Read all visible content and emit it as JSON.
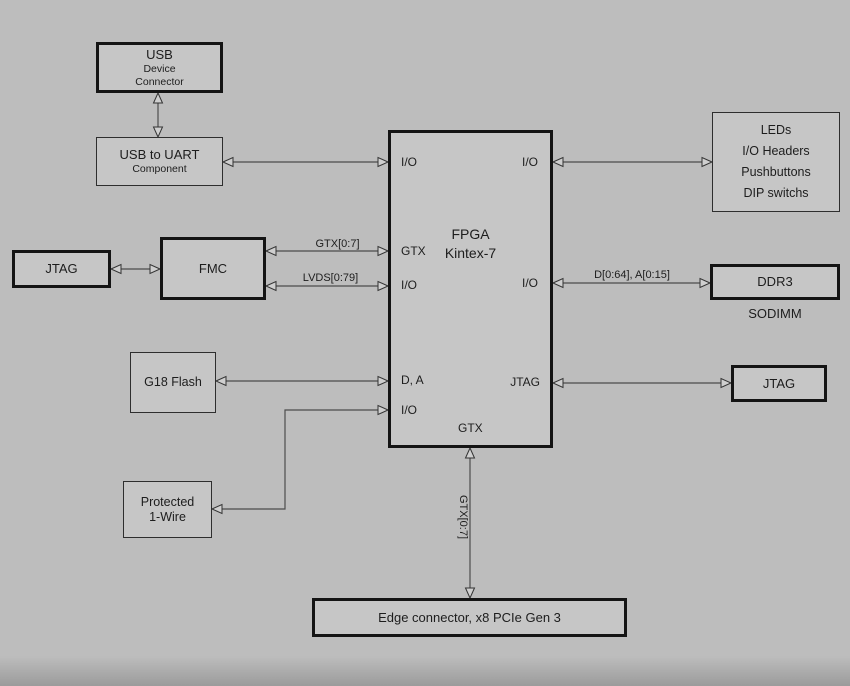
{
  "diagram": {
    "fpga": {
      "title_line1": "FPGA",
      "title_line2": "Kintex-7",
      "ports": {
        "io_top_left": "I/O",
        "io_top_right": "I/O",
        "gtx_left": "GTX",
        "io_mid_left": "I/O",
        "io_mid_right": "I/O",
        "da_left": "D, A",
        "io_low_left": "I/O",
        "jtag_right": "JTAG",
        "gtx_bottom": "GTX"
      }
    },
    "blocks": {
      "usb_device": {
        "lines": [
          "USB",
          "Device",
          "Connector"
        ]
      },
      "usb_uart": {
        "lines": [
          "USB to UART",
          "Component"
        ]
      },
      "jtag_left": {
        "label": "JTAG"
      },
      "fmc": {
        "label": "FMC"
      },
      "g18_flash": {
        "label": "G18 Flash"
      },
      "protected_1wire": {
        "lines": [
          "Protected",
          "1-Wire"
        ]
      },
      "io_peripherals": {
        "lines": [
          "LEDs",
          "I/O Headers",
          "Pushbuttons",
          "DIP switchs"
        ]
      },
      "ddr3": {
        "label": "DDR3",
        "sublabel": "SODIMM"
      },
      "jtag_right": {
        "label": "JTAG"
      },
      "edge_connector": {
        "label": "Edge connector, x8 PCIe Gen 3"
      }
    },
    "bus_labels": {
      "fmc_gtx": "GTX[0:7]",
      "fmc_lvds": "LVDS[0:79]",
      "ddr3_bus": "D[0:64], A[0:15]",
      "pcie_gtx": "GTX[0:7]"
    },
    "colors": {
      "background": "#bdbdbd",
      "block_fill": "#c6c6c6",
      "thick_border": "#141414",
      "thin_border": "#2e2e2e",
      "wire": "#4d4d4d",
      "text": "#1d1d1d"
    }
  }
}
